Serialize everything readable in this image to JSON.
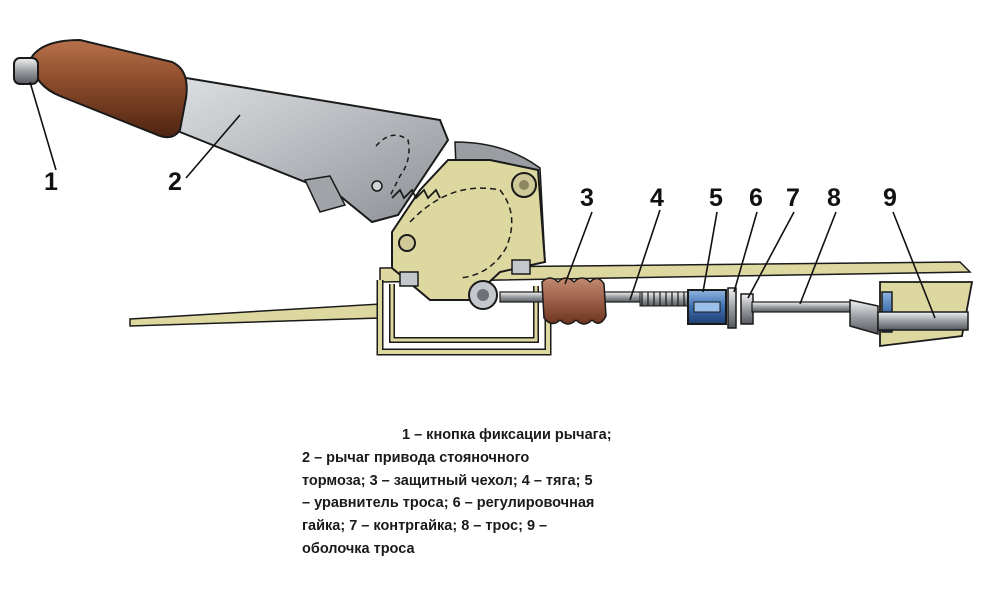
{
  "diagram": {
    "callouts": [
      {
        "id": "1",
        "text": "1"
      },
      {
        "id": "2",
        "text": "2"
      },
      {
        "id": "3",
        "text": "3"
      },
      {
        "id": "4",
        "text": "4"
      },
      {
        "id": "5",
        "text": "5"
      },
      {
        "id": "6",
        "text": "6"
      },
      {
        "id": "7",
        "text": "7"
      },
      {
        "id": "8",
        "text": "8"
      },
      {
        "id": "9",
        "text": "9"
      }
    ],
    "legend_lines": [
      "1 – кнопка фиксации рычага;",
      "2 – рычаг привода стояночного",
      "тормоза; 3 – защитный чехол; 4 – тяга; 5",
      "– уравнитель троса; 6 – регулировочная",
      "гайка; 7 – контргайка; 8 – трос; 9 –",
      "оболочка троса"
    ],
    "colors": {
      "grip": "#8a4a2a",
      "lever": "#b8bcc0",
      "bracket": "#ddd7a0",
      "equalizer": "#3d6fb0",
      "outline": "#1a1a1a"
    }
  }
}
